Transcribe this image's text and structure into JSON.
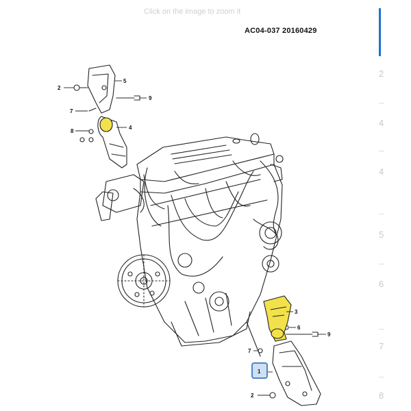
{
  "hint": "Click on the image to zoom it",
  "code": "AC04-037  20160429",
  "callouts": {
    "c1": "1",
    "c2a": "2",
    "c2b": "2",
    "c3": "3",
    "c4": "4",
    "c5": "5",
    "c6": "6",
    "c7a": "7",
    "c7b": "7",
    "c8": "8",
    "c9a": "9",
    "c9b": "9"
  },
  "rail_numbers": [
    "2",
    "4",
    "4",
    "5",
    "6",
    "7",
    "8"
  ],
  "highlight_color": "#f2e14a",
  "selected_border_color": "#4a86c5"
}
